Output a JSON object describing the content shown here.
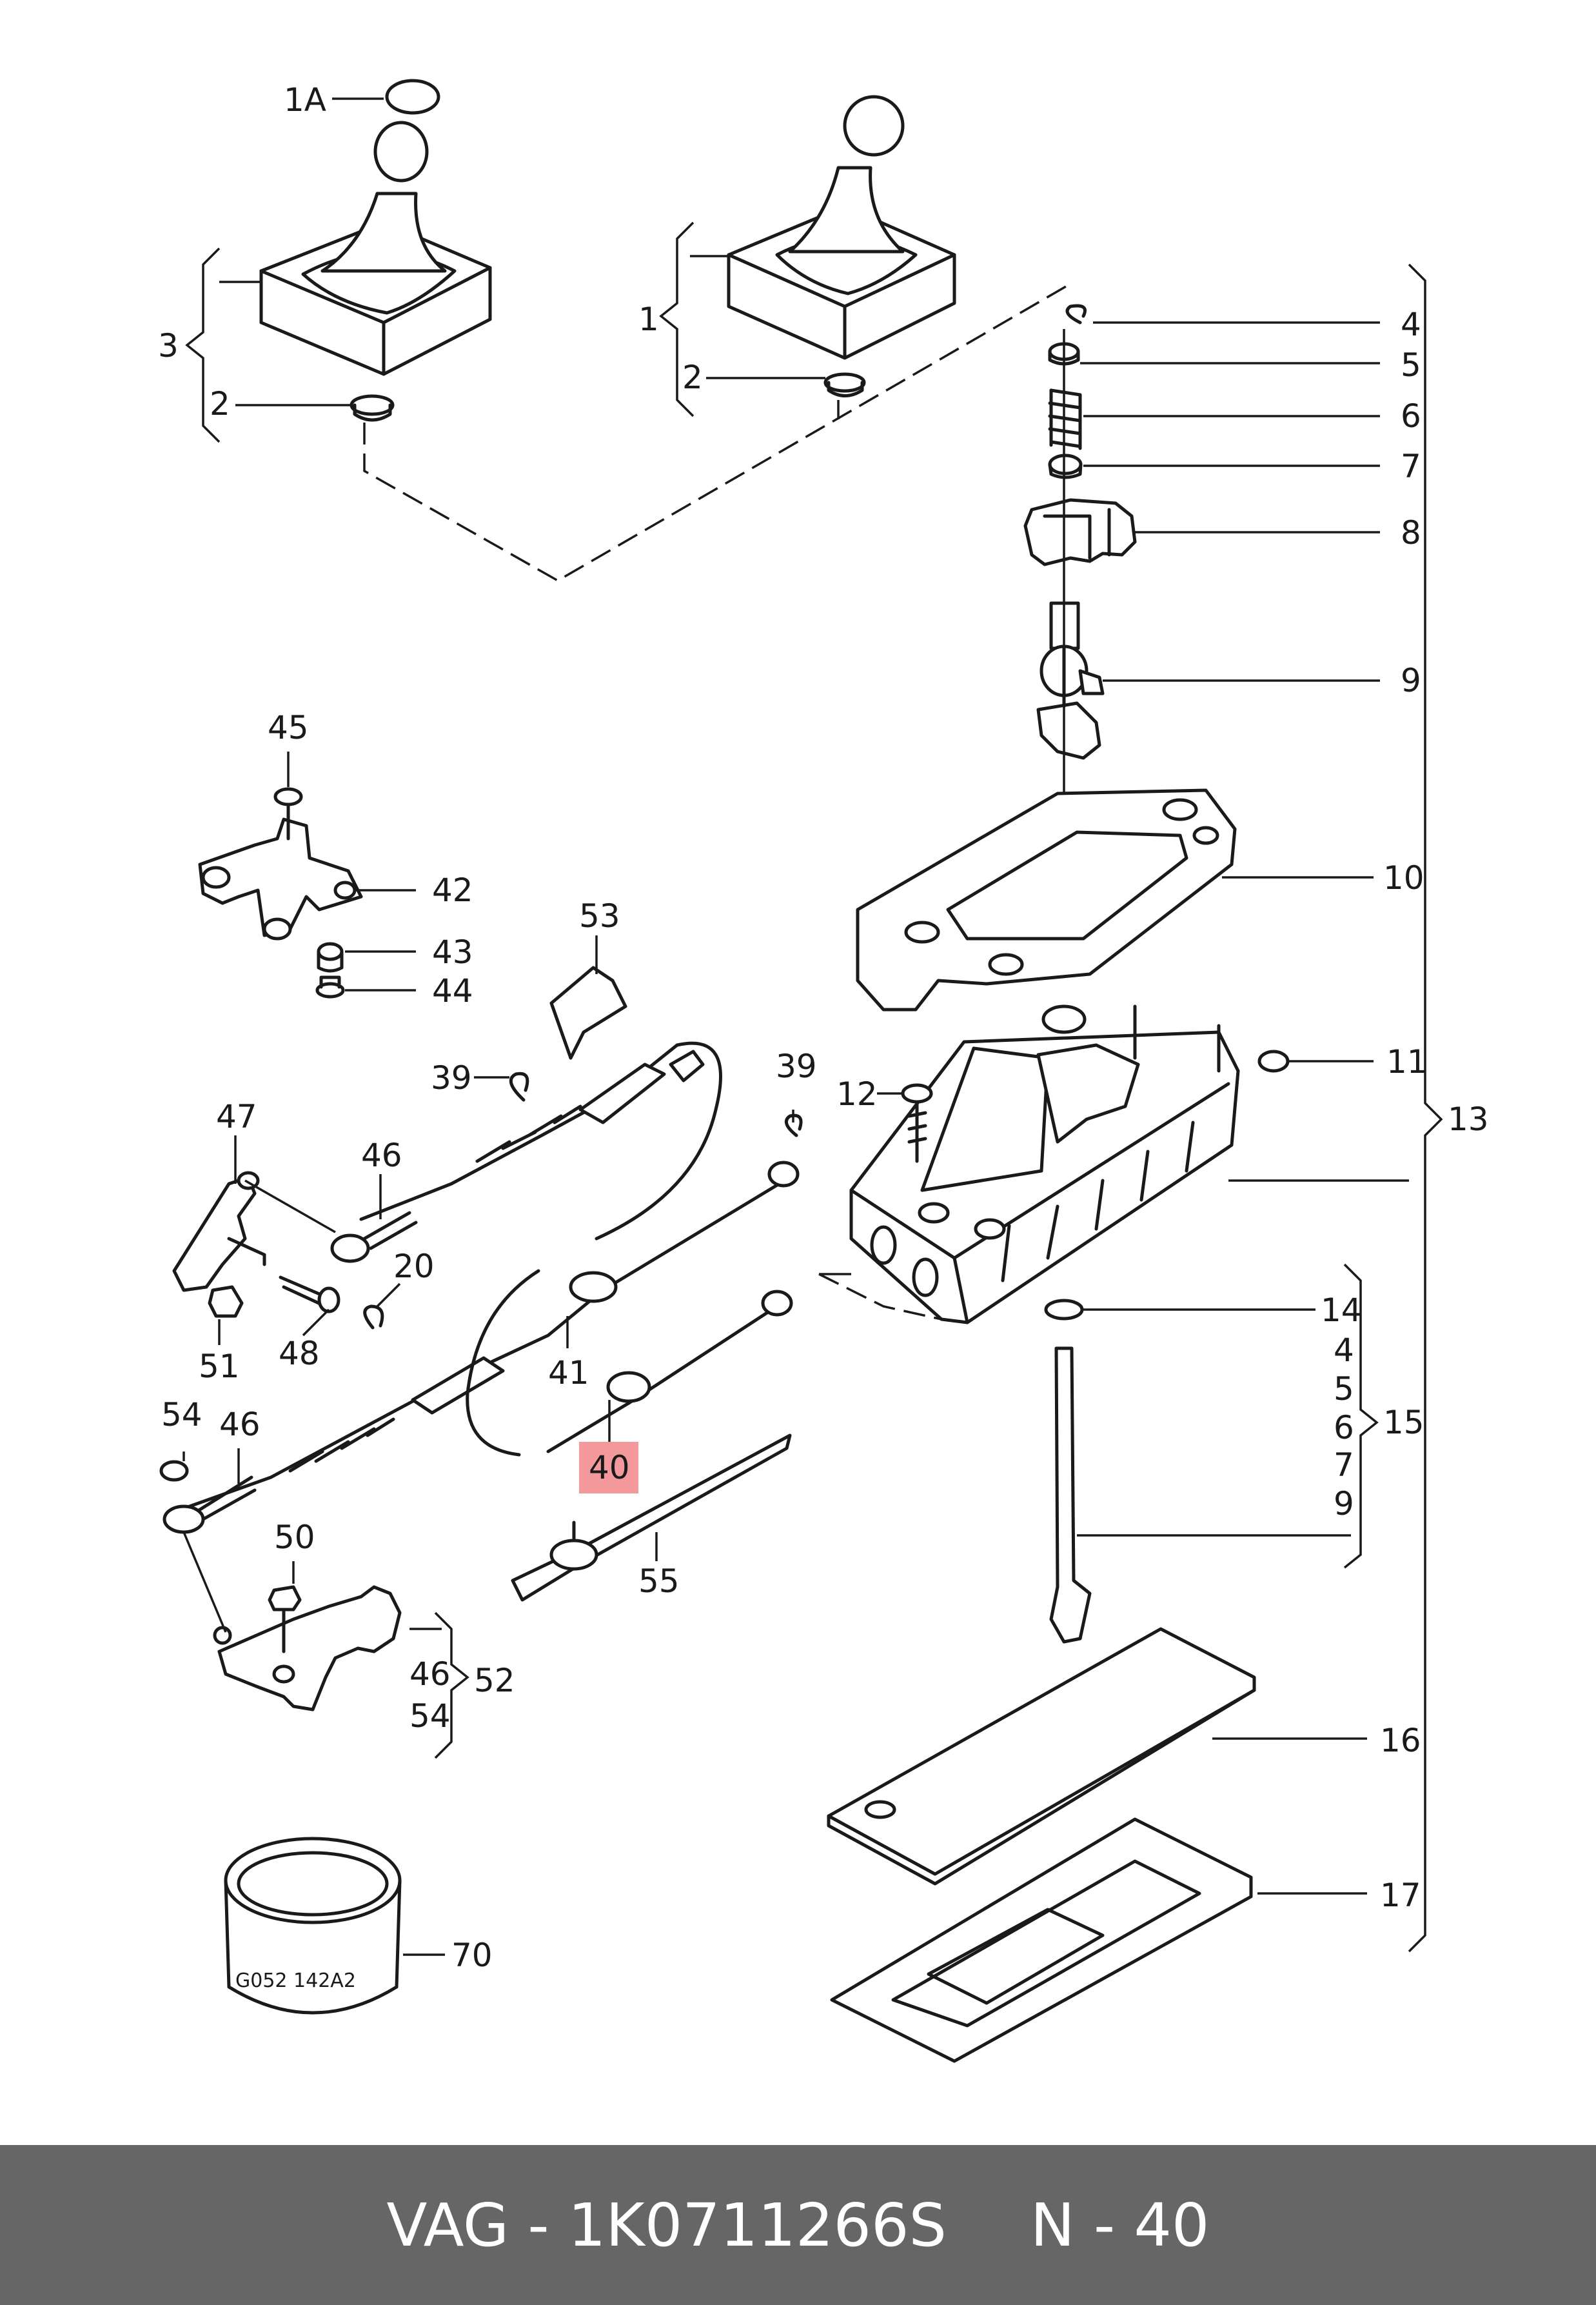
{
  "diagram": {
    "labels": {
      "l1A": "1A",
      "l1": "1",
      "l2a": "2",
      "l2b": "2",
      "l3": "3",
      "l4": "4",
      "l5": "5",
      "l6": "6",
      "l7": "7",
      "l8": "8",
      "l9": "9",
      "l10": "10",
      "l11": "11",
      "l12": "12",
      "l13": "13",
      "l14": "14",
      "l15": "15",
      "l15_4": "4",
      "l15_5": "5",
      "l15_6": "6",
      "l15_7": "7",
      "l15_9": "9",
      "l16": "16",
      "l17": "17",
      "l20": "20",
      "l39a": "39",
      "l39b": "39",
      "l40": "40",
      "l41": "41",
      "l42": "42",
      "l43": "43",
      "l44": "44",
      "l45": "45",
      "l46a": "46",
      "l46b": "46",
      "l46c": "46",
      "l47": "47",
      "l48": "48",
      "l50": "50",
      "l51": "51",
      "l52": "52",
      "l53": "53",
      "l54a": "54",
      "l54b": "54",
      "l55": "55",
      "l70": "70"
    },
    "highlight_color": "#f4999b",
    "can_label": "G052 142A2"
  },
  "footer": {
    "brand_part": "VAG - 1K0711266S",
    "item": "N - 40"
  }
}
